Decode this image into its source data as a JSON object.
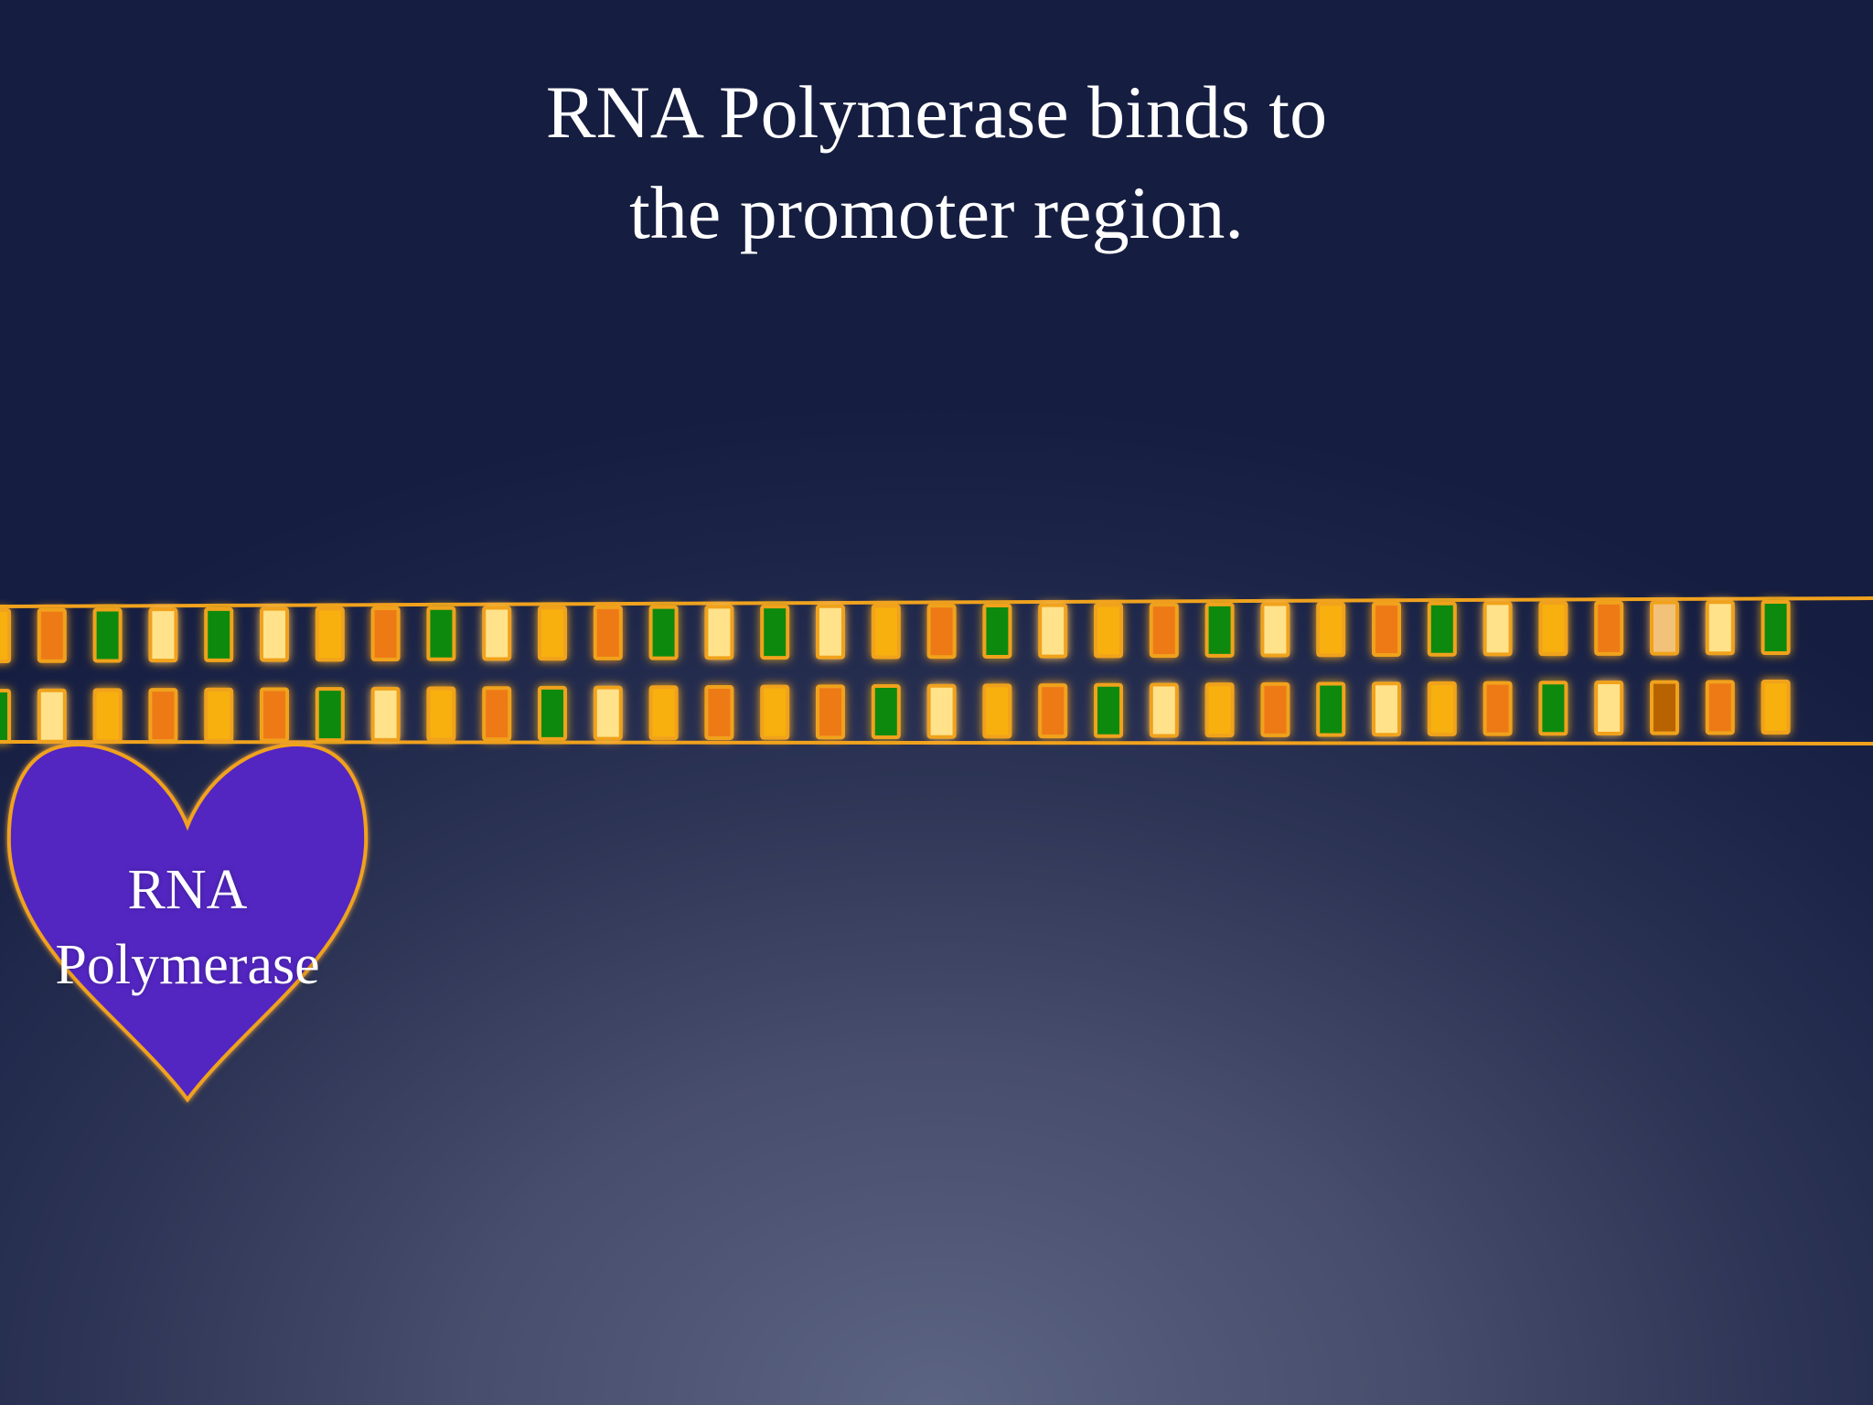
{
  "slide": {
    "title_line1": "RNA Polymerase binds to",
    "title_line2": "the promoter region."
  },
  "enzyme": {
    "label_line1": "RNA",
    "label_line2": "Polymerase",
    "fill": "#5226c2",
    "outline": "#f0a21e"
  },
  "palette": {
    "Y": "#ffe28a",
    "G": "#0f8a10",
    "O": "#ee7a12",
    "A": "#f7b00c",
    "B": "#b86306",
    "P": "#f2c27a",
    "strand": "#f0a21e"
  },
  "dna": {
    "top_strand": [
      "A",
      "O",
      "G",
      "Y",
      "G",
      "Y",
      "A",
      "O",
      "G",
      "Y",
      "A",
      "O",
      "G",
      "Y",
      "G",
      "Y",
      "A",
      "O",
      "G",
      "Y",
      "A",
      "O",
      "G",
      "Y",
      "A",
      "O",
      "G",
      "Y",
      "A",
      "O",
      "P",
      "Y",
      "G"
    ],
    "bottom_strand": [
      "G",
      "Y",
      "A",
      "O",
      "A",
      "O",
      "G",
      "Y",
      "A",
      "O",
      "G",
      "Y",
      "A",
      "O",
      "A",
      "O",
      "G",
      "Y",
      "A",
      "O",
      "G",
      "Y",
      "A",
      "O",
      "G",
      "Y",
      "A",
      "O",
      "G",
      "Y",
      "B",
      "O",
      "A"
    ]
  }
}
